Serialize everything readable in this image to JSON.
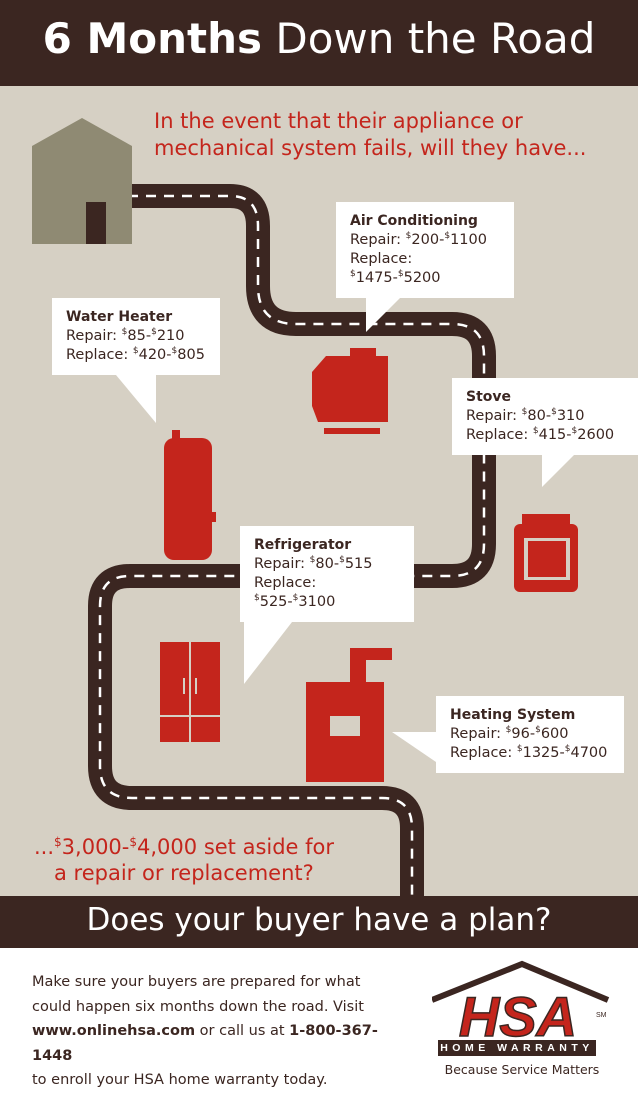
{
  "header": {
    "title_bold": "6 Months",
    "title_rest": " Down the Road"
  },
  "intro": {
    "line1": "In the event that their appliance or",
    "line2": "mechanical system fails, will they have..."
  },
  "appliances": {
    "air_conditioning": {
      "title": "Air Conditioning",
      "repair_label": "Repair: ",
      "repair_low": "200",
      "repair_high": "1100",
      "replace_label": "Replace: ",
      "replace_low": "1475",
      "replace_high": "5200"
    },
    "water_heater": {
      "title": "Water Heater",
      "repair_label": "Repair: ",
      "repair_low": "85",
      "repair_high": "210",
      "replace_label": "Replace: ",
      "replace_low": "420",
      "replace_high": "805"
    },
    "stove": {
      "title": "Stove",
      "repair_label": "Repair: ",
      "repair_low": "80",
      "repair_high": "310",
      "replace_label": "Replace: ",
      "replace_low": "415",
      "replace_high": "2600"
    },
    "refrigerator": {
      "title": "Refrigerator",
      "repair_label": "Repair: ",
      "repair_low": "80",
      "repair_high": "515",
      "replace_label": "Replace: ",
      "replace_low": "525",
      "replace_high": "3100"
    },
    "heating_system": {
      "title": "Heating System",
      "repair_label": "Repair: ",
      "repair_low": "96",
      "repair_high": "600",
      "replace_label": "Replace: ",
      "replace_low": "1325",
      "replace_high": "4700"
    }
  },
  "currency_symbol": "$",
  "range_dash": "-",
  "closing": {
    "prefix": "...",
    "low": "3,000",
    "high": "4,000",
    "line1_rest": " set aside for",
    "line2": "a repair or replacement?"
  },
  "band": {
    "text": "Does your buyer have a plan?"
  },
  "footer": {
    "line1": "Make sure your buyers are prepared for what",
    "line2": "could happen six months down the road. Visit",
    "url": "www.onlinehsa.com",
    "mid": " or call us at ",
    "phone": "1-800-367-1448",
    "line4": "to enroll your HSA home warranty today."
  },
  "logo": {
    "letters": "HSA",
    "subtitle": "HOME WARRANTY",
    "sm": "SM",
    "tagline": "Because Service Matters"
  },
  "colors": {
    "dark_brown": "#3b2621",
    "red": "#c4251c",
    "tan_bg": "#d6d0c4",
    "house": "#8f8a73",
    "white": "#ffffff"
  }
}
